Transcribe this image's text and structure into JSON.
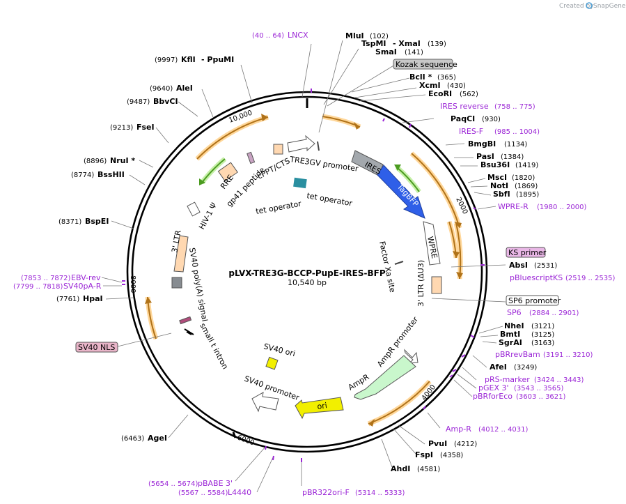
{
  "credit": {
    "prefix": "Created by",
    "brand": "SnapGene"
  },
  "plasmid": {
    "name": "pLVX-TRE3G-BCCP-PupE-IRES-BFP",
    "size": "10,540 bp"
  },
  "ticks": [
    "10,000",
    "2000",
    "4000",
    "6000",
    "8000"
  ],
  "enzymes": [
    {
      "name": "MluI",
      "pos": "(102)"
    },
    {
      "name": "TspMI",
      "pos": ""
    },
    {
      "name": "- XmaI",
      "pos": "(139)"
    },
    {
      "name": "SmaI",
      "pos": "(141)"
    },
    {
      "name": "BclI *",
      "pos": "(365)"
    },
    {
      "name": "XcmI",
      "pos": "(430)"
    },
    {
      "name": "EcoRI",
      "pos": "(562)"
    },
    {
      "name": "PaqCI",
      "pos": "(930)"
    },
    {
      "name": "BmgBI",
      "pos": "(1134)"
    },
    {
      "name": "PasI",
      "pos": "(1384)"
    },
    {
      "name": "Bsu36I",
      "pos": "(1419)"
    },
    {
      "name": "MscI",
      "pos": "(1820)"
    },
    {
      "name": "NotI",
      "pos": "(1869)"
    },
    {
      "name": "SbfI",
      "pos": "(1895)"
    },
    {
      "name": "AbsI",
      "pos": "(2531)"
    },
    {
      "name": "NheI",
      "pos": "(3121)"
    },
    {
      "name": "BmtI",
      "pos": "(3125)"
    },
    {
      "name": "SgrAI",
      "pos": "(3163)"
    },
    {
      "name": "AfeI",
      "pos": "(3249)"
    },
    {
      "name": "PvuI",
      "pos": "(4212)"
    },
    {
      "name": "FspI",
      "pos": "(4358)"
    },
    {
      "name": "AhdI",
      "pos": "(4581)"
    },
    {
      "name": "AgeI",
      "pos": "(6463)"
    },
    {
      "name": "HpaI",
      "pos": "(7761)"
    },
    {
      "name": "BspEI",
      "pos": "(8371)"
    },
    {
      "name": "BssHII",
      "pos": "(8774)"
    },
    {
      "name": "NruI *",
      "pos": "(8896)"
    },
    {
      "name": "FseI",
      "pos": "(9213)"
    },
    {
      "name": "BbvCI",
      "pos": "(9487)"
    },
    {
      "name": "AleI",
      "pos": "(9640)"
    },
    {
      "name": "KflI",
      "pos": "(9997)"
    },
    {
      "name": "- PpuMI",
      "pos": ""
    }
  ],
  "primers": [
    {
      "name": "LNCX",
      "range": "(40 .. 64)"
    },
    {
      "name": "IRES reverse",
      "range": "(758 .. 775)"
    },
    {
      "name": "IRES-F",
      "range": "(985 .. 1004)"
    },
    {
      "name": "WPRE-R",
      "range": "(1980 .. 2000)"
    },
    {
      "name": "KS primer",
      "range": ""
    },
    {
      "name": "pBluescriptKS",
      "range": "(2519 .. 2535)"
    },
    {
      "name": "SP6 promoter",
      "range": ""
    },
    {
      "name": "SP6",
      "range": "(2884 .. 2901)"
    },
    {
      "name": "pBRrevBam",
      "range": "(3191 .. 3210)"
    },
    {
      "name": "pRS-marker",
      "range": "(3424 .. 3443)"
    },
    {
      "name": "pGEX 3'",
      "range": "(3543 .. 3565)"
    },
    {
      "name": "pBRforEco",
      "range": "(3603 .. 3621)"
    },
    {
      "name": "Amp-R",
      "range": "(4012 .. 4031)"
    },
    {
      "name": "pBR322ori-F",
      "range": "(5314 .. 5333)"
    },
    {
      "name": "L4440",
      "range": "(5567 .. 5584)"
    },
    {
      "name": "pBABE 3'",
      "range": "(5654 .. 5674)"
    },
    {
      "name": "SV40pA-R",
      "range": "(7799 .. 7818)"
    },
    {
      "name": "EBV-rev",
      "range": "(7853 .. 7872)"
    },
    {
      "name": "SV40 NLS",
      "range": ""
    }
  ],
  "features": [
    "Kozak sequence",
    "TRE3GV promoter",
    "IRES",
    "TagBFP",
    "WPRE",
    "3' LTR (ΔU3)",
    "Factor Xa site",
    "AmpR promoter",
    "AmpR",
    "ori",
    "SV40 ori",
    "SV40 promoter",
    "small t intron",
    "SV40 poly(A) signal",
    "3' LTR",
    "HIV-1 Ψ",
    "RRE",
    "gp41 peptide",
    "cPPT/CTS",
    "tet operator",
    "tet operator"
  ],
  "colors": {
    "backbone": "#000000",
    "enzyme_text": "#000000",
    "primer_text": "#9b26d6",
    "orf_arrow_fill": "#b07218",
    "orf_arrow_glow": "#ffd79a",
    "ires_fill": "#a3a8ad",
    "tagbfp_fill": "#2f5fe8",
    "ori_fill": "#f2ef00",
    "ampr_fill": "#c9f7cc",
    "ltr_fill": "#ffd8b1",
    "nls_fill": "#e8b4c8",
    "ks_fill": "#e9b7e6"
  }
}
